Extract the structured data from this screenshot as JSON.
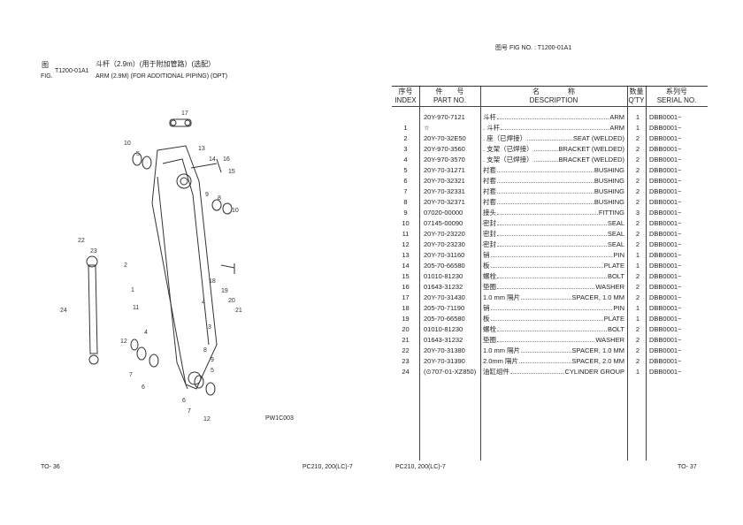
{
  "left_page": {
    "fig_label_cn": "图",
    "fig_label_en": "FIG.",
    "fig_no": "T1200-01A1",
    "title_cn": "斗杆（2.9m）(用于附加管路）(选配）",
    "title_en": "ARM (2.9M) (FOR ADDITIONAL PIPING) (OPT)",
    "drawing_code": "PW1C003",
    "page_no": "TO- 36",
    "model": "PC210, 200(LC)-7",
    "callouts": [
      "17",
      "10",
      "5",
      "13",
      "14",
      "16",
      "15",
      "9",
      "8",
      "10",
      "22",
      "23",
      "2",
      "1",
      "24",
      "4",
      "18",
      "19",
      "20",
      "21",
      "11",
      "3",
      "12",
      "7",
      "6",
      "8",
      "9",
      "5",
      "6",
      "7",
      "12",
      "4"
    ]
  },
  "right_page": {
    "fig_header": "图号  FIG NO.  :  T1200-01A1",
    "page_no": "TO- 37",
    "model": "PC210, 200(LC)-7",
    "headers": {
      "index_cn": "序号",
      "index_en": "INDEX",
      "part_cn": "件　　号",
      "part_en": "PART NO.",
      "desc_cn": "名　　　　称",
      "desc_en": "DESCRIPTION",
      "qty_cn": "数量",
      "qty_en": "Q'TY",
      "serial_cn": "系列号",
      "serial_en": "SERIAL NO."
    },
    "rows": [
      {
        "index": "",
        "part": "20Y-970-7121",
        "cn": "斗杆",
        "en": "ARM",
        "qty": "1",
        "serial": "DBB0001~"
      },
      {
        "index": "1",
        "part": "☆",
        "cn": ". 斗杆",
        "en": "ARM",
        "qty": "1",
        "serial": "DBB0001~"
      },
      {
        "index": "2",
        "part": "20Y-70-32E50",
        "cn": ". 座（已焊接）",
        "en": "SEAT (WELDED)",
        "qty": "2",
        "serial": "DBB0001~"
      },
      {
        "index": "3",
        "part": "20Y-970-3560",
        "cn": ". 支架（已焊接）",
        "en": "BRACKET (WELDED)",
        "qty": "2",
        "serial": "DBB0001~"
      },
      {
        "index": "4",
        "part": "20Y-970-3570",
        "cn": ". 支架（已焊接）",
        "en": "BRACKET (WELDED)",
        "qty": "2",
        "serial": "DBB0001~"
      },
      {
        "index": "5",
        "part": "20Y-70-31271",
        "cn": "衬套",
        "en": "BUSHING",
        "qty": "2",
        "serial": "DBB0001~"
      },
      {
        "index": "6",
        "part": "20Y-70-32321",
        "cn": "衬套",
        "en": "BUSHING",
        "qty": "2",
        "serial": "DBB0001~"
      },
      {
        "index": "7",
        "part": "20Y-70-32331",
        "cn": "衬套",
        "en": "BUSHING",
        "qty": "2",
        "serial": "DBB0001~"
      },
      {
        "index": "8",
        "part": "20Y-70-32371",
        "cn": "衬套",
        "en": "BUSHING",
        "qty": "2",
        "serial": "DBB0001~"
      },
      {
        "index": "9",
        "part": "07020-00000",
        "cn": "接头",
        "en": "FITTING",
        "qty": "3",
        "serial": "DBB0001~"
      },
      {
        "index": "10",
        "part": "07145-00090",
        "cn": "密封",
        "en": "SEAL",
        "qty": "2",
        "serial": "DBB0001~"
      },
      {
        "index": "11",
        "part": "20Y-70-23220",
        "cn": "密封",
        "en": "SEAL",
        "qty": "2",
        "serial": "DBB0001~"
      },
      {
        "index": "12",
        "part": "20Y-70-23230",
        "cn": "密封",
        "en": "SEAL",
        "qty": "2",
        "serial": "DBB0001~"
      },
      {
        "index": "13",
        "part": "20Y-70-31160",
        "cn": "销",
        "en": "PIN",
        "qty": "1",
        "serial": "DBB0001~"
      },
      {
        "index": "14",
        "part": "205-70-66580",
        "cn": "板",
        "en": "PLATE",
        "qty": "1",
        "serial": "DBB0001~"
      },
      {
        "index": "15",
        "part": "01010-81230",
        "cn": "螺栓",
        "en": "BOLT",
        "qty": "2",
        "serial": "DBB0001~"
      },
      {
        "index": "16",
        "part": "01643-31232",
        "cn": "垫圈",
        "en": "WASHER",
        "qty": "2",
        "serial": "DBB0001~"
      },
      {
        "index": "17",
        "part": "20Y-70-31430",
        "cn": "1.0 mm 隔片",
        "en": "SPACER, 1.0 MM",
        "qty": "2",
        "serial": "DBB0001~"
      },
      {
        "index": "18",
        "part": "205-70-71190",
        "cn": "销",
        "en": "PIN",
        "qty": "1",
        "serial": "DBB0001~"
      },
      {
        "index": "19",
        "part": "205-70-66580",
        "cn": "板",
        "en": "PLATE",
        "qty": "1",
        "serial": "DBB0001~"
      },
      {
        "index": "20",
        "part": "01010-81230",
        "cn": "螺栓",
        "en": "BOLT",
        "qty": "2",
        "serial": "DBB0001~"
      },
      {
        "index": "21",
        "part": "01643-31232",
        "cn": "垫圈",
        "en": "WASHER",
        "qty": "2",
        "serial": "DBB0001~"
      },
      {
        "index": "22",
        "part": "20Y-70-31380",
        "cn": "1.0 mm 隔片",
        "en": "SPACER, 1.0 MM",
        "qty": "2",
        "serial": "DBB0001~"
      },
      {
        "index": "23",
        "part": "20Y-70-31390",
        "cn": "2.0mm 隔片",
        "en": "SPACER, 2.0 MM",
        "qty": "2",
        "serial": "DBB0001~"
      },
      {
        "index": "24",
        "part": "(⊙707-01-XZ850)",
        "cn": "油缸组件",
        "en": "CYLINDER GROUP",
        "qty": "1",
        "serial": "DBB0001~"
      }
    ]
  }
}
